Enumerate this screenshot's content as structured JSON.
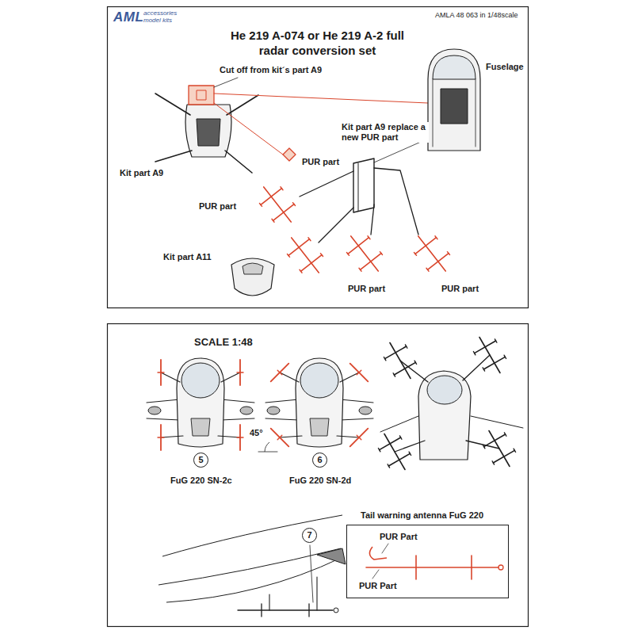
{
  "diagram": {
    "title": "He 219 A-074 or He 219 A-2 full radar conversion set",
    "nodes": [
      {
        "text": [
          "5"
        ]
      },
      {
        "text": [
          "6"
        ]
      },
      {
        "text": [
          "7"
        ]
      },
      {
        "text": [
          "Tail warning antenna FuG 220",
          "PUR Part",
          "PUR Part"
        ]
      }
    ],
    "labels": [
      "AML",
      "accessories model kits",
      "AMLA 48 063 in 1/48scale",
      "Cut off from kit´s part A9",
      "Fuselage",
      "PUR part",
      "Kit part A9 replace a new PUR part",
      "Kit part A9",
      "PUR part",
      "Kit part A11",
      "PUR part",
      "PUR part",
      "SCALE 1:48",
      "45°",
      "FuG 220 SN-2c",
      "FuG 220 SN-2d"
    ]
  }
}
